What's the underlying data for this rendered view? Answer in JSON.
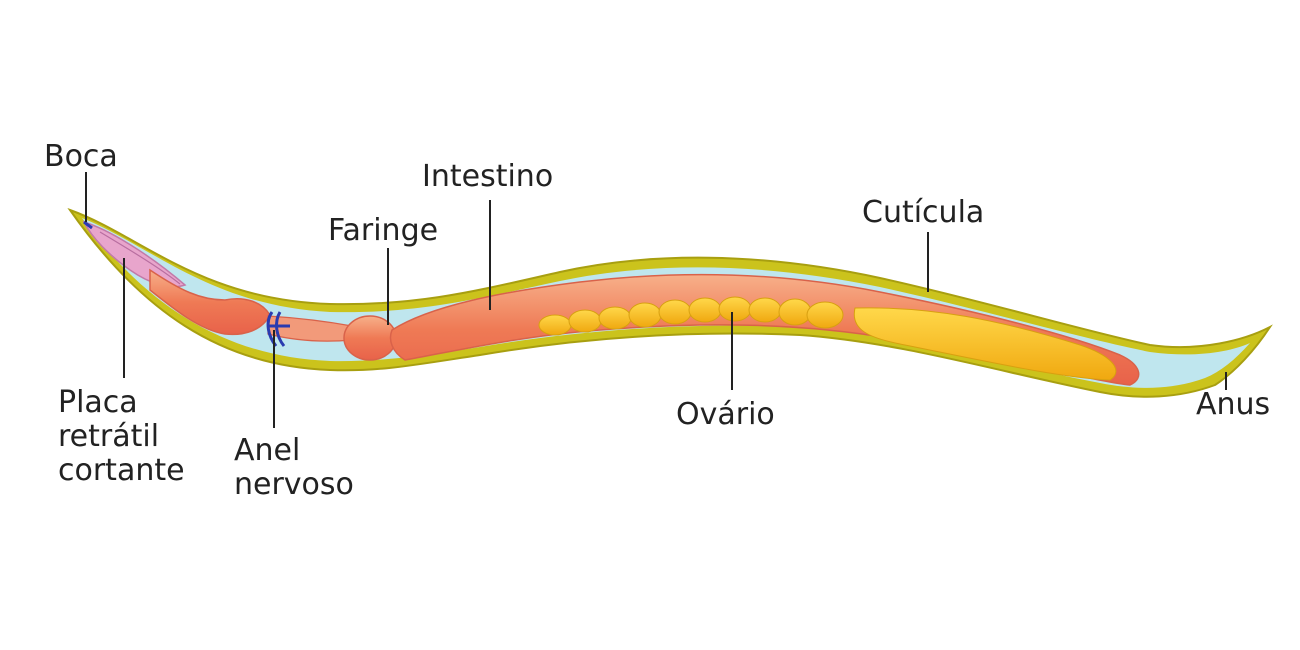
{
  "labels": {
    "boca": "Boca",
    "placa_line1": "Placa",
    "placa_line2": "retrátil",
    "placa_line3": "cortante",
    "anel_line1": "Anel",
    "anel_line2": "nervoso",
    "faringe": "Faringe",
    "intestino": "Intestino",
    "cuticula": "Cutícula",
    "ovario": "Ovário",
    "anus": "Anus"
  },
  "colors": {
    "cuticle": "#c8c21a",
    "body_cavity": "#b8e0ea",
    "pharynx": "#f08a6a",
    "intestine": "#f4915a",
    "ovary": "#f6c21a",
    "nerve_ring": "#2a3bb0",
    "mouth_plate": "#e6a0c8"
  }
}
